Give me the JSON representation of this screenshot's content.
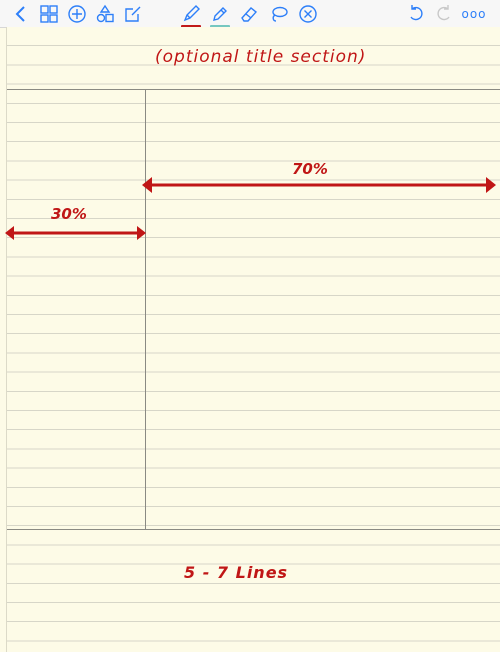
{
  "toolbar": {
    "buttons": [
      {
        "name": "back",
        "icon": "chevron-left-icon"
      },
      {
        "name": "grid",
        "icon": "grid-icon"
      },
      {
        "name": "add",
        "icon": "plus-circle-icon"
      },
      {
        "name": "shapes",
        "icon": "shapes-icon"
      },
      {
        "name": "edit",
        "icon": "edit-square-icon"
      },
      {
        "name": "pen",
        "icon": "pen-icon",
        "active": true
      },
      {
        "name": "highlighter",
        "icon": "highlighter-icon",
        "active": true
      },
      {
        "name": "eraser",
        "icon": "eraser-icon"
      },
      {
        "name": "lasso",
        "icon": "lasso-icon"
      },
      {
        "name": "close",
        "icon": "close-circle-icon"
      },
      {
        "name": "undo",
        "icon": "undo-icon"
      },
      {
        "name": "redo",
        "icon": "redo-icon"
      },
      {
        "name": "more",
        "icon": "more-dots-icon"
      }
    ],
    "more_label": "ooo",
    "accent": "#2d7ff9",
    "pen_color": "#c11a1a",
    "highlighter_color": "#76c7c0"
  },
  "page": {
    "title": "(optional title section)",
    "left_width": "30%",
    "right_width": "70%",
    "summary": "5 - 7    Lines",
    "ink_color": "#c01616",
    "paper_color": "#fdfbe7"
  }
}
